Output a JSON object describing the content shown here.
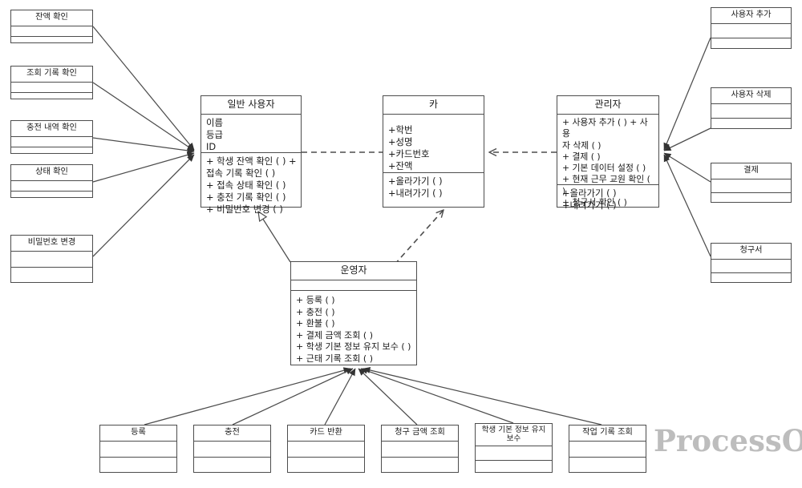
{
  "diagram": {
    "type": "uml-class-diagram",
    "watermark": "ProcessOn",
    "stroke_color": "#4d4d4d",
    "text_color": "#1a1a1a",
    "background": "#ffffff"
  },
  "classes": {
    "general_user": {
      "title": "일반 사용자",
      "attributes": "이름\n등급\nID",
      "operations": "+ 학생 잔액 확인 ( ) +\n접속 기록 확인 ( )\n+ 접속 상태 확인 ( )\n+ 충전 기록 확인 ( )\n+ 비밀번호 변경 ( )"
    },
    "card": {
      "title": "카",
      "attributes": "+학번\n+성명\n+카드번호\n+잔액",
      "operations": "+올라가기  ( )\n+내려가기  ( )"
    },
    "administrator": {
      "title": "관리자",
      "attributes": "+ 사용자 추가 ( ) + 사용\n자 삭제 ( )\n+ 결제 ( )\n+ 기본 데이터 설정 ( )\n+ 현재 근무 교원 확인 ( )\n+ 청구서 확인 ( )",
      "operations": "+올라가기  ( )\n+내려가기  ( )"
    },
    "operator": {
      "title": "운영자",
      "attributes": "",
      "operations": "+ 등록 ( )\n+ 충전 ( )\n+ 환불 ( )\n+ 결제 금액 조회 ( )\n+ 학생 기본 정보 유지 보수 ( )\n+ 근태 기록 조회 ( )"
    }
  },
  "left_stubs": [
    {
      "title": "잔액 확인"
    },
    {
      "title": "조회 기록 확인"
    },
    {
      "title": "충전 내역 확인"
    },
    {
      "title": "상태 확인"
    },
    {
      "title": "비밀번호 변경"
    }
  ],
  "right_stubs": [
    {
      "title": "사용자 추가"
    },
    {
      "title": "사용자 삭제"
    },
    {
      "title": "결제"
    },
    {
      "title": "청구서"
    }
  ],
  "bottom_stubs": [
    {
      "title": "등록"
    },
    {
      "title": "충전"
    },
    {
      "title": "카드 반환"
    },
    {
      "title": "청구 금액 조회"
    },
    {
      "title": "학생 기본 정보 유지 보수"
    },
    {
      "title": "작업 기록 조회"
    }
  ],
  "relationships": [
    {
      "from": "general_user",
      "to": "card",
      "kind": "dependency-dashed-open-arrow"
    },
    {
      "from": "administrator",
      "to": "card",
      "kind": "dependency-dashed-open-arrow"
    },
    {
      "from": "operator",
      "to": "general_user",
      "kind": "generalization-hollow-triangle"
    },
    {
      "from": "operator",
      "to": "card",
      "kind": "dependency-dashed-open-arrow"
    },
    {
      "from": "left_stubs",
      "to": "general_user",
      "kind": "association-solid-filled-arrow"
    },
    {
      "from": "right_stubs",
      "to": "administrator",
      "kind": "association-solid-filled-arrow"
    },
    {
      "from": "bottom_stubs",
      "to": "operator",
      "kind": "association-solid-filled-arrow"
    }
  ]
}
